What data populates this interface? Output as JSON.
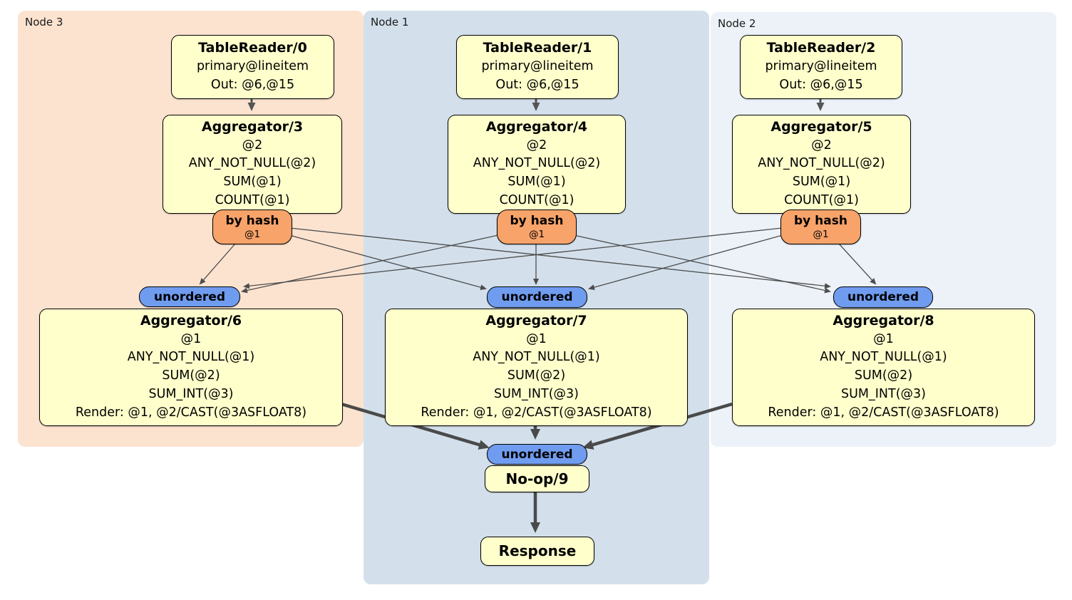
{
  "regions": [
    {
      "label": "Node 3",
      "bg": "#fce3d0"
    },
    {
      "label": "Node 1",
      "bg": "#d3e0ec"
    },
    {
      "label": "Node 2",
      "bg": "#edf2f9"
    }
  ],
  "processors": {
    "tr0": {
      "title": "TableReader/0",
      "lines": [
        "primary@lineitem",
        "Out: @6,@15"
      ]
    },
    "tr1": {
      "title": "TableReader/1",
      "lines": [
        "primary@lineitem",
        "Out: @6,@15"
      ]
    },
    "tr2": {
      "title": "TableReader/2",
      "lines": [
        "primary@lineitem",
        "Out: @6,@15"
      ]
    },
    "agg3": {
      "title": "Aggregator/3",
      "lines": [
        "@2",
        "ANY_NOT_NULL(@2)",
        "SUM(@1)",
        "COUNT(@1)"
      ]
    },
    "agg4": {
      "title": "Aggregator/4",
      "lines": [
        "@2",
        "ANY_NOT_NULL(@2)",
        "SUM(@1)",
        "COUNT(@1)"
      ]
    },
    "agg5": {
      "title": "Aggregator/5",
      "lines": [
        "@2",
        "ANY_NOT_NULL(@2)",
        "SUM(@1)",
        "COUNT(@1)"
      ]
    },
    "agg6": {
      "title": "Aggregator/6",
      "lines": [
        "@1",
        "ANY_NOT_NULL(@1)",
        "SUM(@2)",
        "SUM_INT(@3)",
        "Render: @1, @2/CAST(@3ASFLOAT8)"
      ]
    },
    "agg7": {
      "title": "Aggregator/7",
      "lines": [
        "@1",
        "ANY_NOT_NULL(@1)",
        "SUM(@2)",
        "SUM_INT(@3)",
        "Render: @1, @2/CAST(@3ASFLOAT8)"
      ]
    },
    "agg8": {
      "title": "Aggregator/8",
      "lines": [
        "@1",
        "ANY_NOT_NULL(@1)",
        "SUM(@2)",
        "SUM_INT(@3)",
        "Render: @1, @2/CAST(@3ASFLOAT8)"
      ]
    },
    "noop": {
      "title": "No-op/9"
    },
    "response": {
      "title": "Response"
    }
  },
  "router": {
    "label": "by hash",
    "detail": "@1"
  },
  "stream": {
    "label": "unordered"
  },
  "edges": [
    {
      "from": "TableReader/0",
      "to": "Aggregator/3"
    },
    {
      "from": "TableReader/1",
      "to": "Aggregator/4"
    },
    {
      "from": "TableReader/2",
      "to": "Aggregator/5"
    },
    {
      "from": "by hash (Node 3)",
      "to": "unordered (Node 3)"
    },
    {
      "from": "by hash (Node 3)",
      "to": "unordered (Node 1)"
    },
    {
      "from": "by hash (Node 3)",
      "to": "unordered (Node 2)"
    },
    {
      "from": "by hash (Node 1)",
      "to": "unordered (Node 3)"
    },
    {
      "from": "by hash (Node 1)",
      "to": "unordered (Node 1)"
    },
    {
      "from": "by hash (Node 1)",
      "to": "unordered (Node 2)"
    },
    {
      "from": "by hash (Node 2)",
      "to": "unordered (Node 3)"
    },
    {
      "from": "by hash (Node 2)",
      "to": "unordered (Node 1)"
    },
    {
      "from": "by hash (Node 2)",
      "to": "unordered (Node 2)"
    },
    {
      "from": "Aggregator/6",
      "to": "unordered (No-op/9 input)"
    },
    {
      "from": "Aggregator/7",
      "to": "unordered (No-op/9 input)"
    },
    {
      "from": "Aggregator/8",
      "to": "unordered (No-op/9 input)"
    },
    {
      "from": "No-op/9",
      "to": "Response"
    }
  ],
  "colors": {
    "page_bg": "#ffffff",
    "node3_bg": "#fce3d0",
    "node1_bg": "#d3e0ec",
    "node2_bg": "#edf2f9",
    "processor_fill": "#ffffcc",
    "router_fill": "#f7a36a",
    "stream_fill": "#709cf0",
    "border": "#000000",
    "edge": "#4a4a4a"
  }
}
